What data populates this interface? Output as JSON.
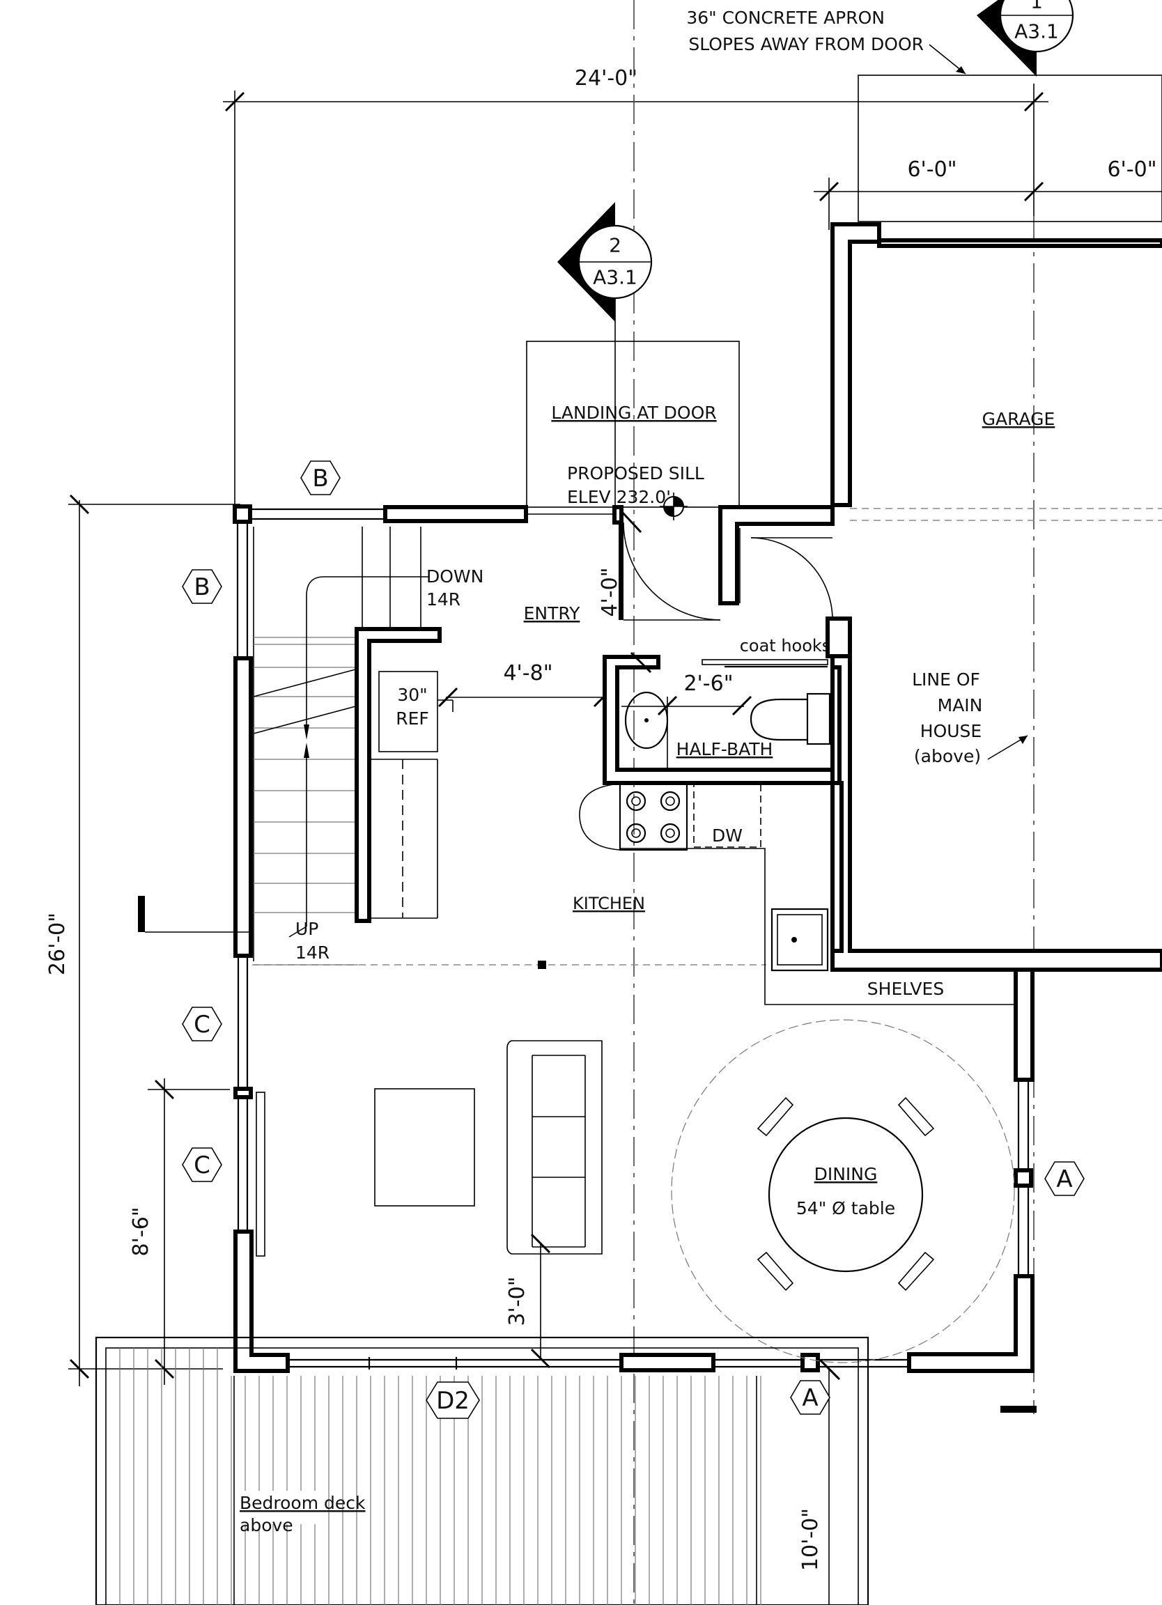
{
  "labels": {
    "apron_line1": "36\" CONCRETE APRON",
    "apron_line2": "SLOPES AWAY FROM DOOR",
    "landing": "LANDING AT DOOR",
    "sill_line1": "PROPOSED SILL",
    "sill_line2": "ELEV 232.0'",
    "garage": "GARAGE",
    "down_line1": "DOWN",
    "down_line2": "14R",
    "entry": "ENTRY",
    "coat_hooks": "coat hooks",
    "ref_line1": "30\"",
    "ref_line2": "REF",
    "half_bath": "HALF-BATH",
    "main_house_line1": "LINE OF",
    "main_house_line2": "MAIN",
    "main_house_line3": "HOUSE",
    "main_house_line4": "(above)",
    "dw": "DW",
    "kitchen": "KITCHEN",
    "up_line1": "UP",
    "up_line2": "14R",
    "shelves": "SHELVES",
    "dining": "DINING",
    "table": "54\" Ø table",
    "deck_line1": "Bedroom deck",
    "deck_line2": "above"
  },
  "dimensions": {
    "overall_width": "24'-0\"",
    "overall_depth": "26'-0\"",
    "garage_a": "6'-0\"",
    "garage_b": "6'-0\"",
    "entry_depth": "4'-0\"",
    "ref_to_bath": "4'-8\"",
    "bath_width": "2'-6\"",
    "window_span": "8'-6\"",
    "sofa_clear": "3'-0\"",
    "deck_depth": "10'-0\""
  },
  "section_markers": [
    {
      "number": "2",
      "sheet": "A3.1"
    },
    {
      "number": "1",
      "sheet": "A3.1"
    }
  ],
  "tags": {
    "b_top": "B",
    "b_left": "B",
    "c_upper": "C",
    "c_lower": "C",
    "a_right": "A",
    "a_bottom": "A",
    "d2": "D2"
  }
}
